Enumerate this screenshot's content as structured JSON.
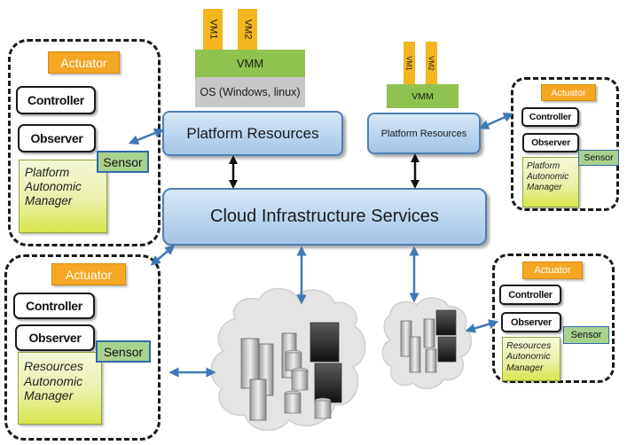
{
  "labels": {
    "actuator": "Actuator",
    "controller": "Controller",
    "observer": "Observer",
    "sensor": "Sensor"
  },
  "platform_manager": [
    "Platform",
    "Autonomic",
    "Manager"
  ],
  "resources_manager": [
    "Resources",
    "Autonomic",
    "Manager"
  ],
  "platform_resources": "Platform Resources",
  "cloud_services": "Cloud Infrastructure Services",
  "vmm": "VMM",
  "os": "OS (Windows, linux)",
  "vm1": "VM1",
  "vm2": "VM2",
  "colors": {
    "actuator": "#f5a623",
    "manager": "#e4ee8a",
    "sensor": "#a9d18e",
    "platform": "#b7d2ec",
    "vmm": "#8fc24e",
    "os": "#c8c8c8",
    "vm": "#f3b61f",
    "arrow_blue": "#3f79b5",
    "arrow_black": "#111111"
  }
}
